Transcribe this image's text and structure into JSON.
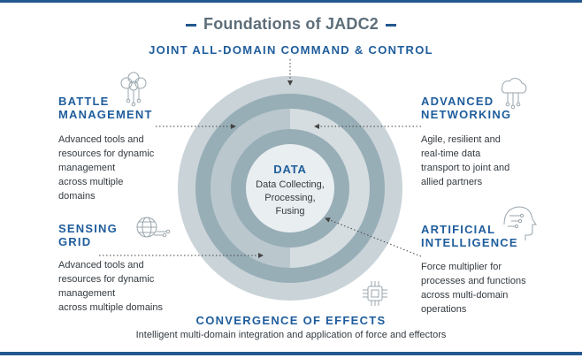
{
  "title": "Foundations of JADC2",
  "top_heading": "JOINT ALL-DOMAIN COMMAND & CONTROL",
  "center": {
    "title": "DATA",
    "lines": [
      "Data Collecting,",
      "Processing,",
      "Fusing"
    ]
  },
  "battle_management": {
    "title_lines": [
      "BATTLE",
      "MANAGEMENT"
    ],
    "desc_lines": [
      "Advanced tools and",
      "resources for dynamic",
      "management",
      "across multiple",
      "domains"
    ]
  },
  "sensing_grid": {
    "title_lines": [
      "SENSING",
      "GRID"
    ],
    "desc_lines": [
      "Advanced tools and",
      "resources for dynamic",
      "management",
      "across multiple domains"
    ]
  },
  "advanced_networking": {
    "title_lines": [
      "ADVANCED",
      "NETWORKING"
    ],
    "desc_lines": [
      "Agile, resilient and",
      "real-time data",
      "transport to joint and",
      "allied partners"
    ]
  },
  "artificial_intelligence": {
    "title_lines": [
      "ARTIFICIAL",
      "INTELLIGENCE"
    ],
    "desc_lines": [
      "Force multiplier for",
      "processes and functions",
      "across multi-domain",
      "operations"
    ]
  },
  "bottom": {
    "title": "CONVERGENCE OF EFFECTS",
    "desc": "Intelligent multi-domain integration and application of force and effectors"
  },
  "icons": [
    "circuit-tree-icon",
    "cloud-network-icon",
    "globe-network-icon",
    "ai-head-icon",
    "chip-icon"
  ],
  "colors": {
    "accent": "#1f5d9c",
    "ring_outer": "#c9d3d8",
    "ring_mid": "#98aeb7",
    "ring_inner": "#d7dfe3",
    "core": "#e9eef0"
  }
}
